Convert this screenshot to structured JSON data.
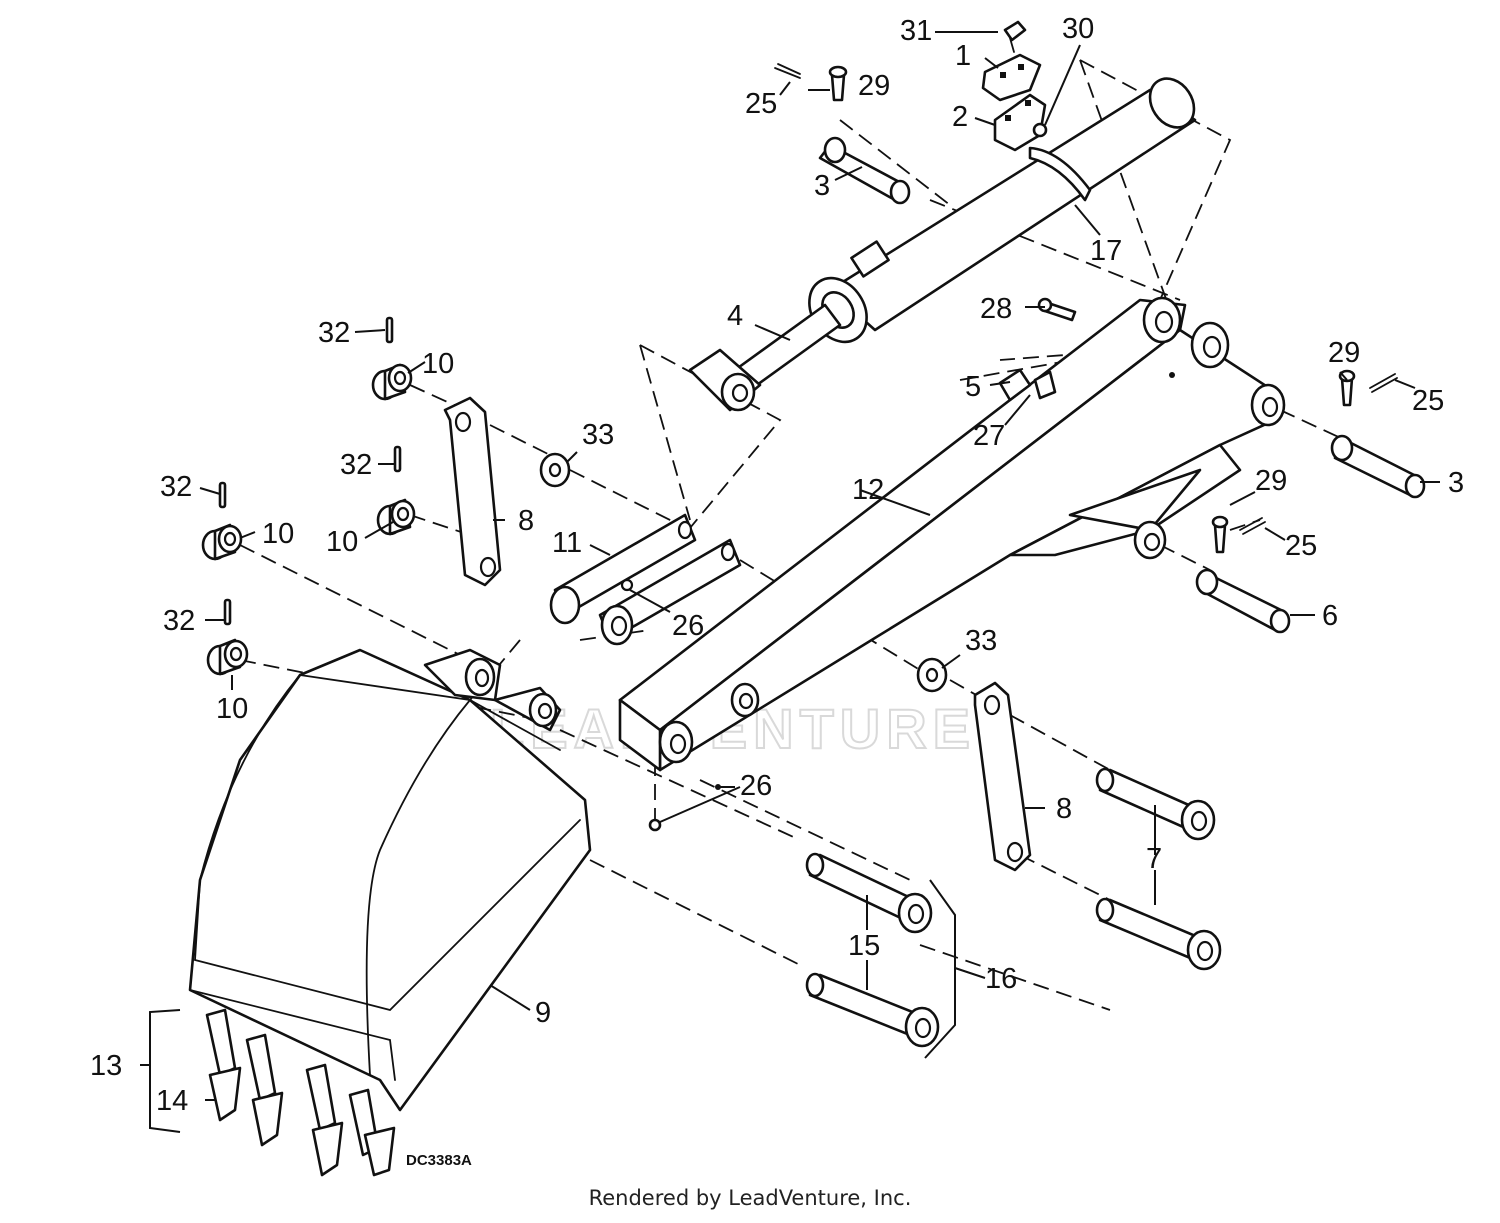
{
  "diagram": {
    "drawing_code": "DC3383A",
    "watermark": "LEADVENTURE",
    "footer": "Rendered by LeadVenture, Inc.",
    "callouts": {
      "c31": "31",
      "c30": "30",
      "c1": "1",
      "c2": "2",
      "c29a": "29",
      "c25a": "25",
      "c3a": "3",
      "c17": "17",
      "c4": "4",
      "c28": "28",
      "c5": "5",
      "c27": "27",
      "c29b": "29",
      "c25b": "25",
      "c3b": "3",
      "c32a": "32",
      "c10a": "10",
      "c33a": "33",
      "c32b": "32",
      "c10b": "10",
      "c8a": "8",
      "c32c": "32",
      "c10c": "10",
      "c11": "11",
      "c12": "12",
      "c29c": "29",
      "c25c": "25",
      "c6": "6",
      "c26a": "26",
      "c32d": "32",
      "c10d": "10",
      "c33b": "33",
      "c26b": "26",
      "c8b": "8",
      "c7": "7",
      "c15": "15",
      "c16": "16",
      "c9": "9",
      "c13": "13",
      "c14": "14"
    }
  }
}
